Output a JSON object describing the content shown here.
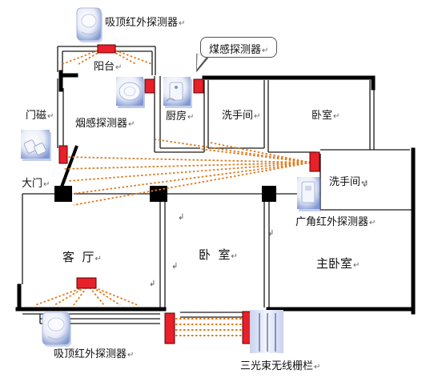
{
  "title_note": "",
  "paragraph_mark": "↵",
  "small_mark": "↲",
  "rooms": {
    "balcony": "阳台",
    "kitchen": "厨房",
    "bathroom_top": "洗手间",
    "bedroom_top": "卧室",
    "bathroom_right": "洗手间",
    "living_room": "客  厅",
    "bedroom_middle": "卧  室",
    "master_bedroom": "主卧室"
  },
  "devices": {
    "ceiling_pir_top": "吸顶红外探测器",
    "gas_detector": "煤感探测器",
    "door_magnet": "门磁",
    "smoke_detector": "烟感探测器",
    "main_door": "大门",
    "wide_angle_pir": "广角红外探测器",
    "ceiling_pir_bottom": "吸顶红外探测器",
    "triple_beam_fence": "三光束无线栅栏"
  },
  "colors": {
    "wall": "#000000",
    "thin_wall": "#1a1a1a",
    "sensor_fill": "#e8202a",
    "sensor_stroke": "#5a0000",
    "beam": "#e07b1f",
    "device_body": "#eef1f8",
    "device_shadow": "#6c86c9",
    "fence_panel": "#e6e9f5"
  }
}
